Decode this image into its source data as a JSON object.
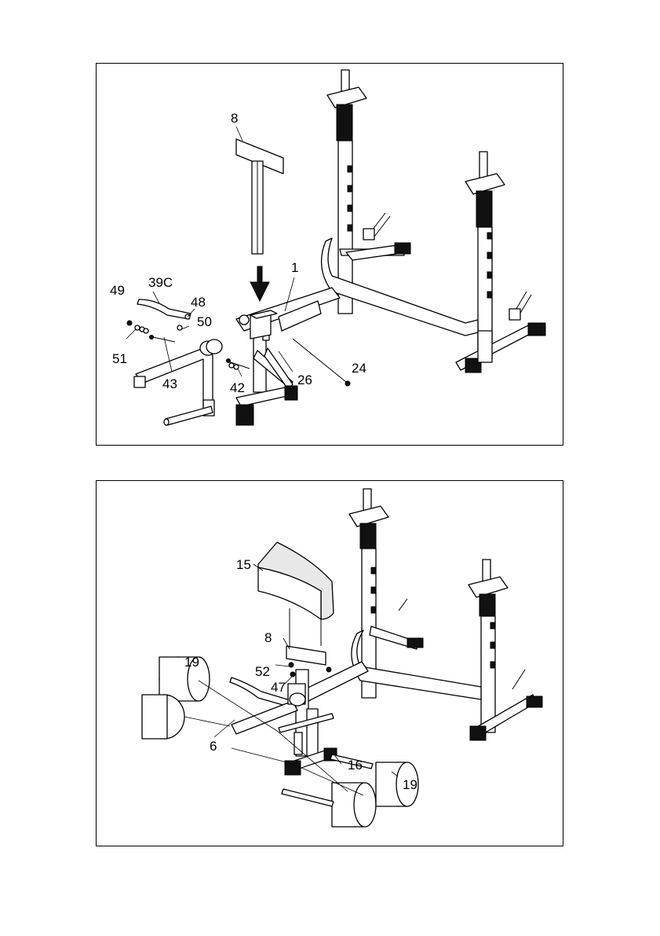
{
  "diagram_top": {
    "callouts": [
      "8",
      "1",
      "49",
      "39C",
      "48",
      "50",
      "51",
      "43",
      "42",
      "26",
      "24"
    ]
  },
  "diagram_bottom": {
    "callouts": [
      "15",
      "8",
      "52",
      "47",
      "19",
      "6",
      "16",
      "19"
    ]
  }
}
